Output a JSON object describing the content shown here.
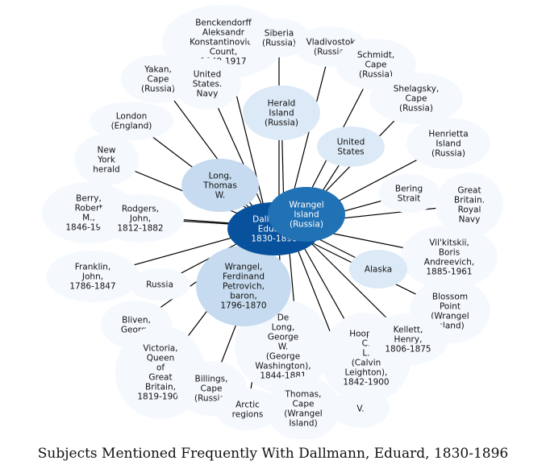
{
  "caption": "Subjects Mentioned Frequently With Dallmann, Eduard, 1830-1896",
  "colors": {
    "outer_node": "#f5f9fe",
    "mid_node": "#dce9f6",
    "light_node": "#c6dbef",
    "strong_node": "#2171b5",
    "center_node": "#08519c",
    "edge": "#000000"
  },
  "center": {
    "lines": [
      "Dallmann,",
      "Eduard,",
      "1830-1896"
    ]
  },
  "nodes": [
    {
      "id": "benckendorff",
      "lines": [
        "Benckendorff",
        "Aleksandr",
        "Konstantinovich",
        "Count,",
        "1849-1917"
      ],
      "tone": "outer"
    },
    {
      "id": "siberia",
      "lines": [
        "Siberia",
        "(Russia)"
      ],
      "tone": "outer"
    },
    {
      "id": "vladivostok",
      "lines": [
        "Vladivostok",
        "(Russia)"
      ],
      "tone": "outer"
    },
    {
      "id": "schmidt",
      "lines": [
        "Schmidt,",
        "Cape",
        "(Russia)"
      ],
      "tone": "outer"
    },
    {
      "id": "yakan",
      "lines": [
        "Yakan,",
        "Cape",
        "(Russia)"
      ],
      "tone": "outer"
    },
    {
      "id": "navy",
      "lines": [
        "United",
        "States.",
        "Navy"
      ],
      "tone": "outer"
    },
    {
      "id": "herald-island",
      "lines": [
        "Herald",
        "Island",
        "(Russia)"
      ],
      "tone": "mid"
    },
    {
      "id": "shelagsky",
      "lines": [
        "Shelagsky,",
        "Cape",
        "(Russia)"
      ],
      "tone": "outer"
    },
    {
      "id": "london",
      "lines": [
        "London",
        "(England)"
      ],
      "tone": "outer"
    },
    {
      "id": "united-states",
      "lines": [
        "United",
        "States"
      ],
      "tone": "mid"
    },
    {
      "id": "henrietta",
      "lines": [
        "Henrietta",
        "Island",
        "(Russia)"
      ],
      "tone": "outer"
    },
    {
      "id": "ny-herald",
      "lines": [
        "New",
        "York",
        "herald"
      ],
      "tone": "outer"
    },
    {
      "id": "long-thomas",
      "lines": [
        "Long,",
        "Thomas",
        "W."
      ],
      "tone": "light"
    },
    {
      "id": "bering",
      "lines": [
        "Bering",
        "Strait"
      ],
      "tone": "outer"
    },
    {
      "id": "great-britain-navy",
      "lines": [
        "Great",
        "Britain.",
        "Royal",
        "Navy"
      ],
      "tone": "outer"
    },
    {
      "id": "berry",
      "lines": [
        "Berry,",
        "Robert",
        "M.,",
        "1846-1918"
      ],
      "tone": "outer"
    },
    {
      "id": "rodgers",
      "lines": [
        "Rodgers,",
        "John,",
        "1812-1882"
      ],
      "tone": "outer"
    },
    {
      "id": "wrangel-island",
      "lines": [
        "Wrangel",
        "Island",
        "(Russia)"
      ],
      "tone": "strong"
    },
    {
      "id": "vilkitskii",
      "lines": [
        "Vil'kitskii,",
        "Boris",
        "Andreevich,",
        "1885-1961"
      ],
      "tone": "outer"
    },
    {
      "id": "alaska",
      "lines": [
        "Alaska"
      ],
      "tone": "mid"
    },
    {
      "id": "franklin",
      "lines": [
        "Franklin,",
        "John,",
        "1786-1847"
      ],
      "tone": "outer"
    },
    {
      "id": "russia",
      "lines": [
        "Russia"
      ],
      "tone": "outer"
    },
    {
      "id": "wrangel-ferdinand",
      "lines": [
        "Wrangel,",
        "Ferdinand",
        "Petrovich,",
        "baron,",
        "1796-1870"
      ],
      "tone": "light"
    },
    {
      "id": "blossom",
      "lines": [
        "Blossom",
        "Point",
        "(Wrangel",
        "Island)"
      ],
      "tone": "outer"
    },
    {
      "id": "bliven",
      "lines": [
        "Bliven,",
        "George"
      ],
      "tone": "outer"
    },
    {
      "id": "delong",
      "lines": [
        "De",
        "Long,",
        "George",
        "W.",
        "(George",
        "Washington),",
        "1844-1881"
      ],
      "tone": "outer"
    },
    {
      "id": "hooper",
      "lines": [
        "Hooper,",
        "C.",
        "L.",
        "(Calvin",
        "Leighton),",
        "1842-1900"
      ],
      "tone": "outer"
    },
    {
      "id": "kellett",
      "lines": [
        "Kellett,",
        "Henry,",
        "1806-1875"
      ],
      "tone": "outer"
    },
    {
      "id": "victoria",
      "lines": [
        "Victoria,",
        "Queen",
        "of",
        "Great",
        "Britain,",
        "1819-1901"
      ],
      "tone": "outer"
    },
    {
      "id": "billings",
      "lines": [
        "Billings,",
        "Cape",
        "(Russia)"
      ],
      "tone": "outer"
    },
    {
      "id": "arctic",
      "lines": [
        "Arctic",
        "regions"
      ],
      "tone": "outer"
    },
    {
      "id": "thomas-cape",
      "lines": [
        "Thomas,",
        "Cape",
        "(Wrangel",
        "Island)"
      ],
      "tone": "outer"
    },
    {
      "id": "vs",
      "lines": [
        "V."
      ],
      "tone": "outer"
    }
  ]
}
